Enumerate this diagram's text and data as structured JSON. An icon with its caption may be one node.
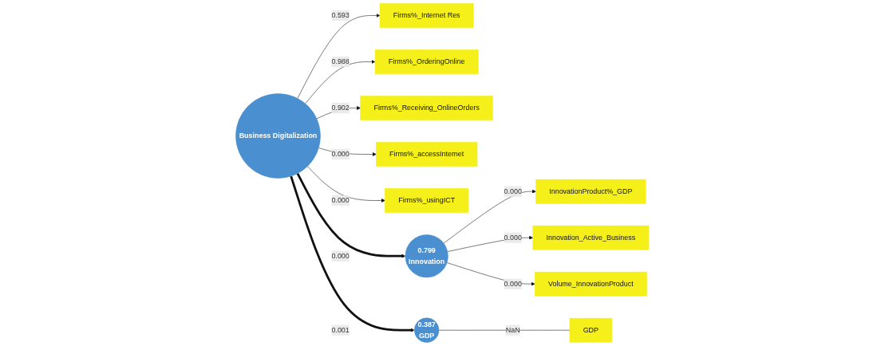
{
  "diagram": {
    "nodes": [
      {
        "text": [
          "Business Digitalization"
        ]
      },
      {
        "text": [
          "Firms%_Internet Res"
        ]
      },
      {
        "text": [
          "Firms%_OrderingOnline"
        ]
      },
      {
        "text": [
          "Firms%_Receiving_OnlineOrders"
        ]
      },
      {
        "text": [
          "Firms%_accessInternet"
        ]
      },
      {
        "text": [
          "Firms%_usingICT"
        ]
      },
      {
        "text": [
          "0.799",
          "Innovation"
        ]
      },
      {
        "text": [
          "InnovationProduct%_GDP"
        ]
      },
      {
        "text": [
          "Innovation_Active_Business"
        ]
      },
      {
        "text": [
          "Volume_InnovationProduct"
        ]
      },
      {
        "text": [
          "0.387",
          "GDP"
        ]
      },
      {
        "text": [
          "GDP"
        ]
      }
    ],
    "edges": [
      {
        "from": 0,
        "to": 1,
        "arrow": "to",
        "label": "0.593"
      },
      {
        "from": 0,
        "to": 2,
        "arrow": "to",
        "label": "0.988"
      },
      {
        "from": 0,
        "to": 6,
        "arrow": "to",
        "label": "0.000",
        "style": "thick"
      },
      {
        "from": 0,
        "to": 3,
        "arrow": "to",
        "label": "0.902"
      },
      {
        "from": 0,
        "to": 4,
        "arrow": "to",
        "label": "0.000"
      },
      {
        "from": 0,
        "to": 10,
        "arrow": "to",
        "label": "0.001",
        "style": "thick"
      },
      {
        "from": 0,
        "to": 5,
        "arrow": "to",
        "label": "0.000"
      },
      {
        "from": 6,
        "to": 7,
        "arrow": "to",
        "label": "0.000"
      },
      {
        "from": 6,
        "to": 8,
        "arrow": "to",
        "label": "0.000"
      },
      {
        "from": 6,
        "to": 9,
        "arrow": "to",
        "label": "0.000"
      },
      {
        "from": 10,
        "to": 11,
        "arrow": "none",
        "label": "NaN"
      }
    ]
  }
}
